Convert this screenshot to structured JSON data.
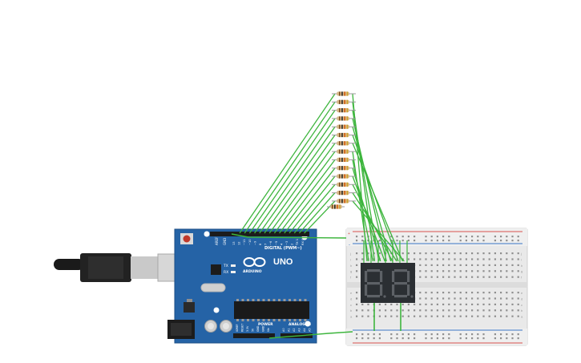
{
  "board": {
    "logo_text": "UNO",
    "brand_text": "ARDUINO",
    "digital_header_label": "DIGITAL (PWM~)",
    "power_label": "POWER",
    "analog_label": "ANALOG IN",
    "tx_label": "TX",
    "rx_label": "RX",
    "aref_label": "AREF",
    "gnd_label": "GND",
    "digital_pins": [
      "13",
      "12",
      "~11",
      "~10",
      "~9",
      "8",
      "7",
      "~6",
      "~5",
      "4",
      "~3",
      "2",
      "TX 1",
      "RX 0"
    ],
    "power_pins": [
      "IOREF",
      "RESET",
      "3.3V",
      "5V",
      "GND",
      "GND",
      "Vin"
    ],
    "analog_pins": [
      "A0",
      "A1",
      "A2",
      "A3",
      "A4",
      "A5"
    ]
  },
  "breadboard": {
    "row_letters_top": [
      "j",
      "i",
      "h",
      "g",
      "f"
    ],
    "row_letters_bottom": [
      "e",
      "d",
      "c",
      "b",
      "a"
    ],
    "plus_label": "+",
    "minus_label": "-"
  },
  "resistor_count": 14,
  "colors": {
    "board": "#2563a6",
    "board_dark": "#1d4f86",
    "wire": "#3db53d",
    "breadboard": "#e9e9e9",
    "rail_red": "#d9534f",
    "rail_blue": "#3a76c4",
    "display": "#2b2f33",
    "segment_off": "#5d6166",
    "resistor_body": "#d8b98a"
  }
}
